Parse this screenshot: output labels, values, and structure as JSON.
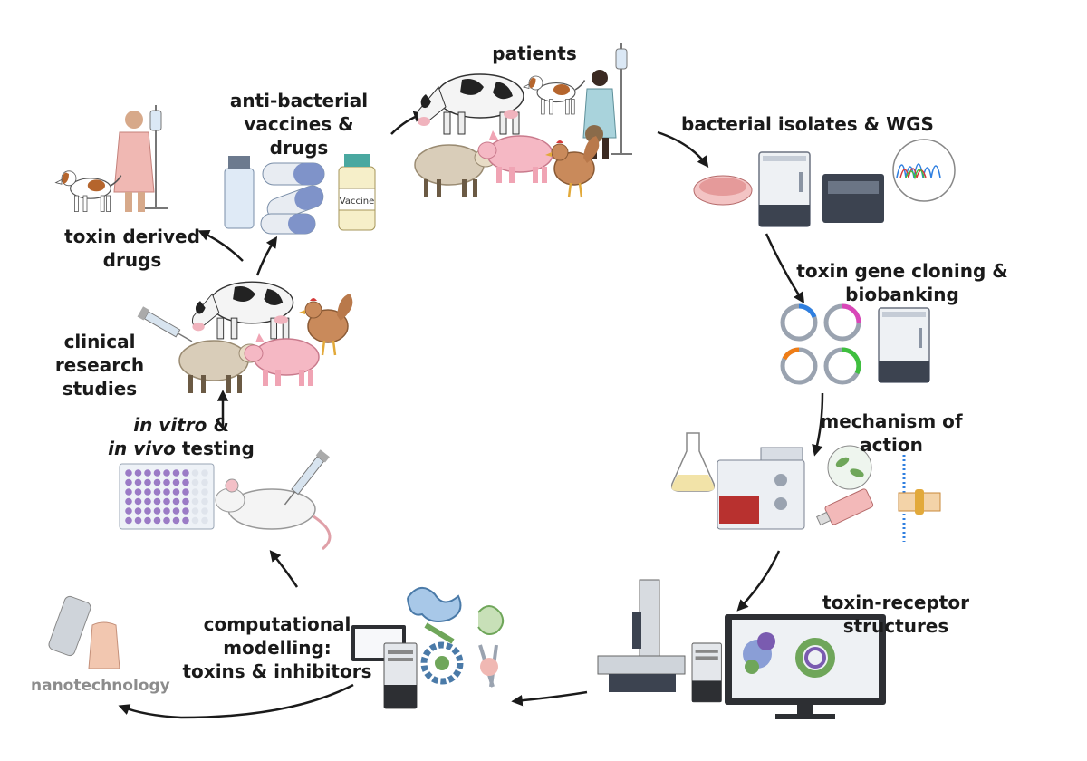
{
  "labels": {
    "patients": "patients",
    "vaccines": [
      "anti-bacterial",
      "vaccines &",
      "drugs"
    ],
    "toxin_drugs": [
      "toxin derived",
      "drugs"
    ],
    "clinical": [
      "clinical research",
      "studies"
    ],
    "testing": {
      "in_vitro": "in vitro",
      "amp": " &",
      "in_vivo": "in vivo",
      "testing": " testing"
    },
    "isolates": "bacterial isolates & WGS",
    "cloning": [
      "toxin gene cloning &",
      "biobanking"
    ],
    "mechanism": [
      "mechanism of",
      "action"
    ],
    "structures": [
      "toxin-receptor",
      "structures"
    ],
    "modelling": [
      "computational",
      "modelling:",
      "toxins & inhibitors"
    ],
    "nano": "nanotechnology",
    "vaccine_vial_label": "Vaccine"
  },
  "colors": {
    "arrow": "#1a1a1a",
    "plasmid_blue": "#2f7fe0",
    "plasmid_magenta": "#d946b8",
    "plasmid_orange": "#ef7d16",
    "plasmid_green": "#3fbf3f",
    "well_purple": "#9b7bc6",
    "protein_purple": "#7a5bb0",
    "protein_green": "#6fa65a"
  },
  "icons": [
    "cow-icon",
    "sheep-icon",
    "pig-icon",
    "chicken-icon",
    "dog-icon",
    "patient-icon",
    "iv-stand-icon",
    "vial-icon",
    "capsule-icon",
    "petri-dish-icon",
    "freezer-icon",
    "sequencer-icon",
    "plasmid-icon",
    "flask-icon",
    "chromatography-icon",
    "cell-flask-icon",
    "membrane-icon",
    "microscope-icon",
    "monitor-icon",
    "computer-icon",
    "protein-icon",
    "well-plate-icon",
    "mouse-icon",
    "syringe-icon",
    "nanotech-icon"
  ]
}
